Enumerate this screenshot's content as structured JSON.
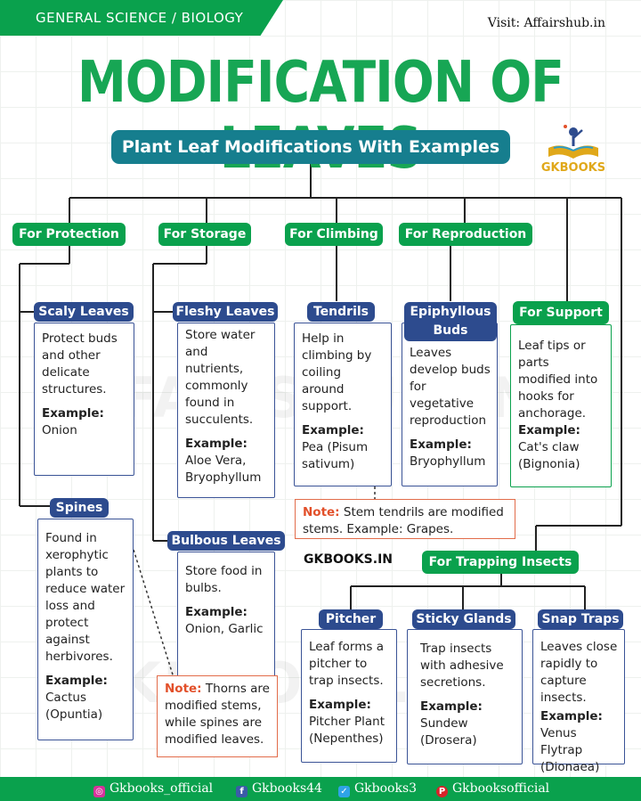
{
  "header": {
    "category": "GENERAL SCIENCE / BIOLOGY",
    "visit": "Visit: Affairshub.in",
    "title": "MODIFICATION OF LEAVES",
    "subtitle": "Plant Leaf Modifications With Examples",
    "logo_text": "GKBOOKS",
    "logo_icon": "book-reader-icon"
  },
  "watermarks": [
    "AFFAIRSHUB.IN",
    "GKBOOKS.IN"
  ],
  "categories": {
    "protection": "For Protection",
    "storage": "For Storage",
    "climbing": "For Climbing",
    "reproduction": "For Reproduction",
    "support": "For Support",
    "trapping": "For Trapping Insects"
  },
  "example_label": "Example:",
  "nodes": {
    "scaly": {
      "title": "Scaly Leaves",
      "desc": "Protect buds and other delicate structures.",
      "example": "Onion"
    },
    "fleshy": {
      "title": "Fleshy Leaves",
      "desc": "Store water and nutrients, commonly found in succulents.",
      "example": "Aloe Vera, Bryophyllum"
    },
    "tendrils": {
      "title": "Tendrils",
      "desc": "Help in climbing by coiling around support.",
      "example": "Pea (Pisum sativum)"
    },
    "epiphyllous": {
      "title": "Epiphyllous Buds",
      "desc": "Leaves develop buds for vegetative reproduction",
      "example": "Bryophyllum"
    },
    "support": {
      "desc": "Leaf tips or parts modified into hooks for anchorage.",
      "example": "Cat's claw (Bignonia)"
    },
    "spines": {
      "title": "Spines",
      "desc": "Found in xerophytic plants to reduce water loss and protect against herbivores.",
      "example": "Cactus (Opuntia)"
    },
    "bulbous": {
      "title": "Bulbous Leaves",
      "desc": "Store food in bulbs.",
      "example": "Onion, Garlic"
    },
    "pitcher": {
      "title": "Pitcher",
      "desc": "Leaf forms a pitcher to trap insects.",
      "example": "Pitcher Plant (Nepenthes)"
    },
    "sticky": {
      "title": "Sticky Glands",
      "desc": "Trap insects with adhesive secretions.",
      "example": "Sundew (Drosera)"
    },
    "snap": {
      "title": "Snap Traps",
      "desc": "Leaves close rapidly to capture insects.",
      "example": "Venus Flytrap (Dionaea)"
    }
  },
  "notes": {
    "label": "Note:",
    "tendrils": "Stem tendrils are modified stems. Example: Grapes.",
    "spines": "Thorns are modified stems, while spines are modified leaves."
  },
  "site": "GKBOOKS.IN",
  "footer": {
    "instagram": "Gkbooks_official",
    "facebook": "Gkbooks44",
    "twitter": "Gkbooks3",
    "pinterest": "Gkbooksofficial"
  },
  "colors": {
    "green": "#0aa14d",
    "navy": "#2d4b8e",
    "teal": "#167e8e",
    "note_red": "#e2502a",
    "gold": "#e0a81a"
  }
}
